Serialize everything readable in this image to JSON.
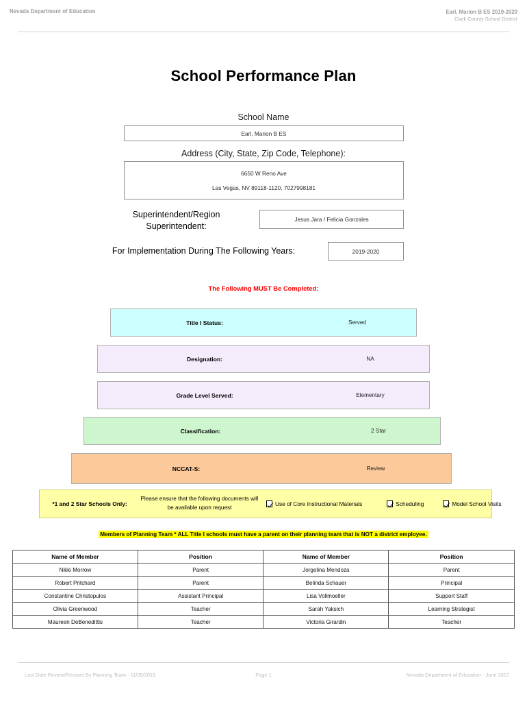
{
  "header": {
    "left": "Nevada Department of Education",
    "right_line1": "Earl, Marion B ES  2019-2020",
    "right_line2": "Clark County School District"
  },
  "title": "School Performance Plan",
  "fields": {
    "school_name_label": "School Name",
    "school_name_value": "Earl, Marion B ES",
    "address_label": "Address (City, State, Zip Code, Telephone):",
    "address_line1": "6650 W Reno Ave",
    "address_line2": "Las Vegas, NV  89118-1120, 7027998181",
    "superintendent_label": "Superintendent/Region Superintendent:",
    "superintendent_value": "Jesus Jara / Felicia Gonzales",
    "years_label": "For Implementation During The Following Years:",
    "years_value": "2019-2020"
  },
  "must_complete_notice": "The Following MUST Be Completed:",
  "status_bars": [
    {
      "label": "Title I Status:",
      "value": "Served",
      "color": "#ccffff"
    },
    {
      "label": "Designation:",
      "value": "NA",
      "color": "#f4ecfb"
    },
    {
      "label": "Grade Level Served:",
      "value": "Elementary",
      "color": "#f4ecfb"
    },
    {
      "label": "Classification:",
      "value": "2 Star",
      "color": "#cdf5ce"
    },
    {
      "label": "NCCAT-S:",
      "value": "Review",
      "color": "#fcc99a"
    }
  ],
  "star_schools_row": {
    "title": "*1 and 2 Star Schools Only:",
    "note": "Please ensure that the following documents will be available upon request",
    "checkboxes": [
      {
        "label": "Use of Core Instructional Materials",
        "checked": true
      },
      {
        "label": "Scheduling",
        "checked": true
      },
      {
        "label": "Model School Visits",
        "checked": true
      }
    ],
    "background_color": "#ffffa6"
  },
  "planning_team_note": "Members of Planning Team * ALL Title I schools must have a parent on their planning team that is NOT a district employee.",
  "members_table": {
    "headers": [
      "Name of Member",
      "Position",
      "Name of Member",
      "Position"
    ],
    "rows": [
      [
        "Nikki Morrow",
        "Parent",
        "Jorgelina Mendoza",
        "Parent"
      ],
      [
        "Robert Pritchard",
        "Parent",
        "Belinda Schauer",
        "Principal"
      ],
      [
        "Constantine Christopulos",
        "Assistant Principal",
        "Lisa Vollmoeller",
        "Support Staff"
      ],
      [
        "Olivia Greenwood",
        "Teacher",
        "Sarah Yaksich",
        "Learning Strategist"
      ],
      [
        "Maureen DeBenedittis",
        "Teacher",
        "Victoria Girardin",
        "Teacher"
      ]
    ]
  },
  "footer": {
    "left": "Last Date Review/Revised By Planning Team - 11/05/2019",
    "center": "Page 1",
    "right": "Nevada Department of Education - June 2017"
  },
  "colors": {
    "notice_red": "#ff0000",
    "highlight_yellow": "#ffff00"
  }
}
